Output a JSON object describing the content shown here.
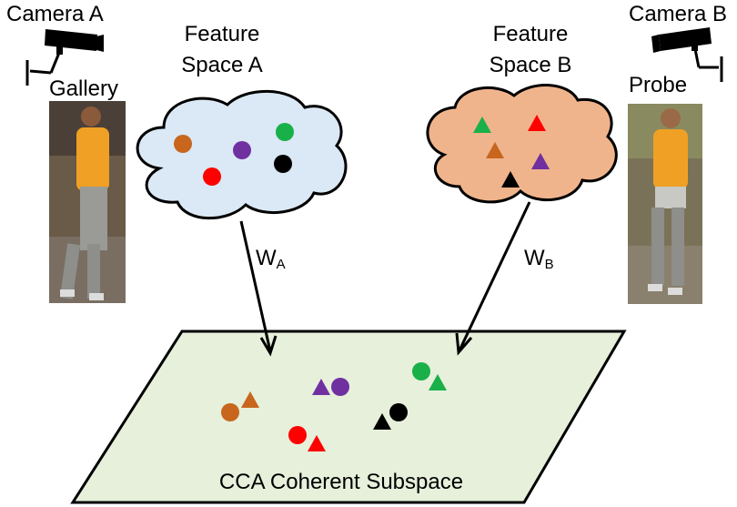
{
  "camera_a": {
    "label": "Camera A",
    "role": "Gallery"
  },
  "camera_b": {
    "label": "Camera B",
    "role": "Probe"
  },
  "feature_space_a": {
    "line1": "Feature",
    "line2": "Space A",
    "fill": "#dbe8f5"
  },
  "feature_space_b": {
    "line1": "Feature",
    "line2": "Space B",
    "fill": "#f0b48c"
  },
  "projection_a": {
    "symbol": "W",
    "subscript": "A"
  },
  "projection_b": {
    "symbol": "W",
    "subscript": "B"
  },
  "subspace": {
    "label": "CCA Coherent Subspace",
    "fill": "#e6f0db"
  },
  "colors": {
    "orange": "#c8661e",
    "purple": "#7030a0",
    "green": "#19b04a",
    "red": "#ff0000",
    "black": "#000000"
  }
}
